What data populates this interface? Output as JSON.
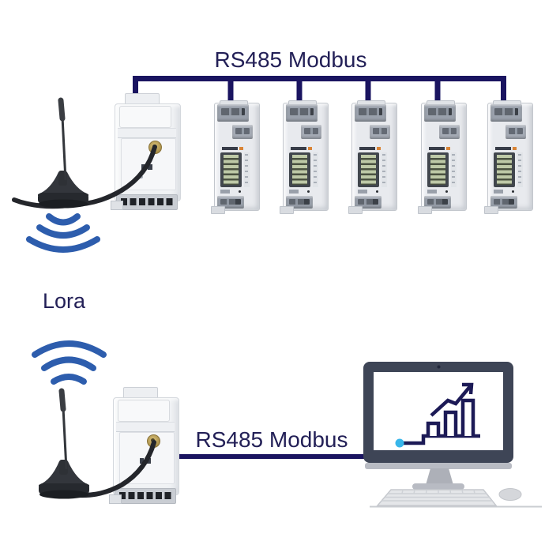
{
  "diagram": {
    "top_label": "RS485 Modbus",
    "middle_label": "Lora",
    "bottom_label": "RS485 Modbus",
    "top_meter_count": 5
  },
  "colors": {
    "label_navy": "#232057",
    "line_navy": "#1a1460",
    "wifi_blue": "#2d5dad",
    "chart_navy": "#1c1a56",
    "chart_cyan": "#38b6ea",
    "monitor_bezel": "#3e4556",
    "cable_black": "#24262b",
    "device_gray": "#9aa1ac"
  },
  "icons": [
    {
      "name": "lora-signal-downlink-icon",
      "shape": "three concave-up blue arcs"
    },
    {
      "name": "lora-signal-uplink-icon",
      "shape": "three concave-down blue arcs"
    },
    {
      "name": "growth-chart-icon",
      "shape": "bar chart with rising zigzag arrow and cyan dot"
    }
  ]
}
